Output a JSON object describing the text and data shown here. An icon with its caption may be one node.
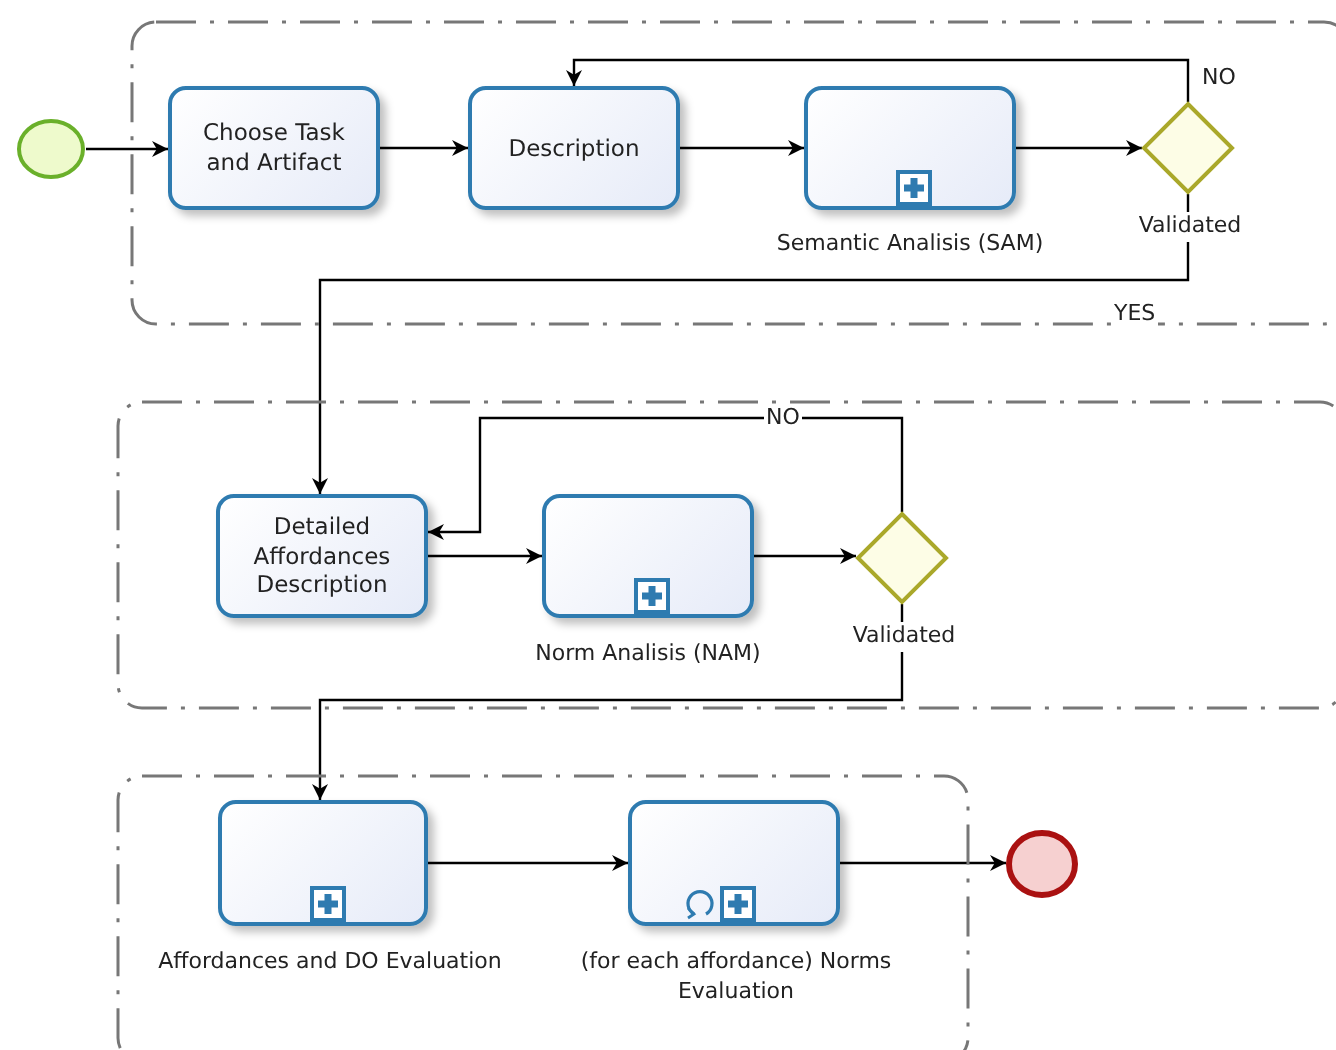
{
  "diagram": {
    "nodes": [
      {
        "text": [],
        "shape": "box"
      },
      {
        "text": [],
        "shape": "circle"
      },
      {
        "text": [
          "Choose Task and Artifact"
        ],
        "in": 0
      },
      {
        "text": [
          "Description"
        ],
        "in": 0
      },
      {
        "text": [],
        "shape": "box",
        "in": 0,
        "beside": [
          "Semantic Analisis (SAM)"
        ]
      },
      {
        "text": [],
        "shape": "diamond",
        "in": 0,
        "beside": [
          "Validated"
        ]
      },
      {
        "text": [],
        "shape": "box"
      },
      {
        "text": [
          "Detailed Affordances Description"
        ],
        "in": 6
      },
      {
        "text": [],
        "shape": "box",
        "in": 6,
        "beside": [
          "Norm Analisis (NAM)"
        ]
      },
      {
        "text": [],
        "shape": "diamond",
        "in": 6,
        "beside": [
          "Validated"
        ]
      },
      {
        "text": [],
        "shape": "box"
      },
      {
        "text": [],
        "shape": "box",
        "in": 10,
        "beside": [
          "Affordances and DO Evaluation"
        ]
      },
      {
        "text": [],
        "shape": "box",
        "in": 10,
        "beside": [
          "(for each affordance) Norms Evaluation"
        ]
      },
      {
        "text": [],
        "shape": "circle"
      }
    ],
    "edges": [
      {
        "from": 1,
        "to": 2,
        "arrow": "to"
      },
      {
        "from": 2,
        "to": 3,
        "arrow": "to"
      },
      {
        "from": 3,
        "to": 4,
        "arrow": "to"
      },
      {
        "from": 4,
        "to": 5,
        "arrow": "to"
      },
      {
        "from": 5,
        "to": 3,
        "arrow": "to",
        "label": "NO"
      },
      {
        "from": 5,
        "to": 7,
        "arrow": "to",
        "label": "YES"
      },
      {
        "from": 7,
        "to": 8,
        "arrow": "to"
      },
      {
        "from": 8,
        "to": 9,
        "arrow": "to"
      },
      {
        "from": 9,
        "to": 7,
        "arrow": "to",
        "label": "NO"
      },
      {
        "from": 9,
        "to": 11,
        "arrow": "to"
      },
      {
        "from": 11,
        "to": 12,
        "arrow": "to"
      },
      {
        "from": 12,
        "to": 13,
        "arrow": "to"
      }
    ]
  }
}
